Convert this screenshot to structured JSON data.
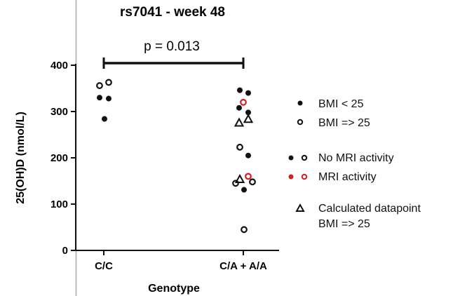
{
  "chart_data": {
    "type": "scatter",
    "title": "rs7041 - week 48",
    "xlabel": "Genotype",
    "ylabel": "25(OH)D (nmol/L)",
    "ylim": [
      0,
      400
    ],
    "yticks": [
      "0",
      "100",
      "200",
      "300",
      "400"
    ],
    "categories": [
      "C/C",
      "C/A + A/A"
    ],
    "annotation": "p = 0.013",
    "points": [
      {
        "group": "C/C",
        "value": 356,
        "marker": "open-circle",
        "mri": false
      },
      {
        "group": "C/C",
        "value": 363,
        "marker": "open-circle",
        "mri": false
      },
      {
        "group": "C/C",
        "value": 330,
        "marker": "filled-circle",
        "mri": false
      },
      {
        "group": "C/C",
        "value": 328,
        "marker": "filled-circle",
        "mri": false
      },
      {
        "group": "C/C",
        "value": 284,
        "marker": "filled-circle",
        "mri": false
      },
      {
        "group": "C/A + A/A",
        "value": 346,
        "marker": "filled-circle",
        "mri": false
      },
      {
        "group": "C/A + A/A",
        "value": 340,
        "marker": "filled-circle",
        "mri": false
      },
      {
        "group": "C/A + A/A",
        "value": 320,
        "marker": "open-circle",
        "mri": true
      },
      {
        "group": "C/A + A/A",
        "value": 308,
        "marker": "filled-circle",
        "mri": false
      },
      {
        "group": "C/A + A/A",
        "value": 298,
        "marker": "filled-circle",
        "mri": false
      },
      {
        "group": "C/A + A/A",
        "value": 275,
        "marker": "triangle",
        "mri": false
      },
      {
        "group": "C/A + A/A",
        "value": 283,
        "marker": "triangle",
        "mri": false
      },
      {
        "group": "C/A + A/A",
        "value": 223,
        "marker": "open-circle",
        "mri": false
      },
      {
        "group": "C/A + A/A",
        "value": 205,
        "marker": "filled-circle",
        "mri": false
      },
      {
        "group": "C/A + A/A",
        "value": 160,
        "marker": "open-circle",
        "mri": true
      },
      {
        "group": "C/A + A/A",
        "value": 153,
        "marker": "triangle",
        "mri": false
      },
      {
        "group": "C/A + A/A",
        "value": 145,
        "marker": "open-circle",
        "mri": false
      },
      {
        "group": "C/A + A/A",
        "value": 148,
        "marker": "open-circle",
        "mri": false
      },
      {
        "group": "C/A + A/A",
        "value": 131,
        "marker": "filled-circle",
        "mri": false
      },
      {
        "group": "C/A + A/A",
        "value": 45,
        "marker": "open-circle",
        "mri": false
      }
    ],
    "legend": {
      "placement": "right",
      "entries": [
        "BMI < 25",
        "BMI => 25",
        "No MRI activity",
        "MRI activity",
        "Calculated datapoint",
        "BMI => 25"
      ]
    },
    "colors": {
      "default": "#111111",
      "mri": "#d42020"
    }
  }
}
